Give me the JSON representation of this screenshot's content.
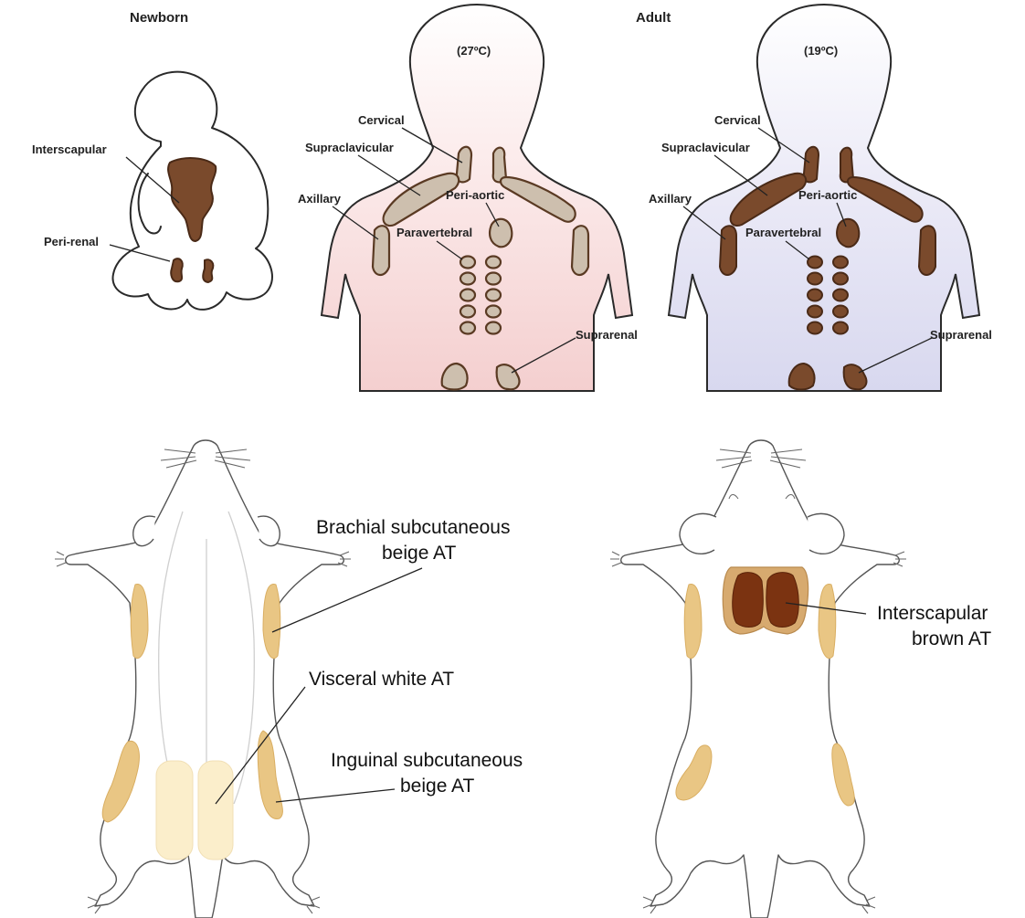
{
  "top_panel": {
    "newborn": {
      "heading": "Newborn",
      "labels": {
        "interscapular": "Interscapular",
        "peri_renal": "Peri-renal"
      }
    },
    "adult": {
      "heading": "Adult",
      "warm": {
        "temperature": "(27ºC)",
        "background_color": "#f4cfcf"
      },
      "cold": {
        "temperature": "(19ºC)",
        "background_color": "#d8d8ef"
      },
      "labels": {
        "cervical": "Cervical",
        "supraclavicular": "Supraclavicular",
        "axillary": "Axillary",
        "peri_aortic": "Peri-aortic",
        "paravertebral": "Paravertebral",
        "suprarenal": "Suprarenal"
      }
    },
    "colors": {
      "active_brown_fat": "#7a4a2c",
      "inactive_fat": "#cdbfae"
    }
  },
  "bottom_panel": {
    "left_mouse": {
      "labels": {
        "brachial_line1": "Brachial subcutaneous",
        "brachial_line2": "beige AT",
        "visceral": "Visceral white AT",
        "inguinal_line1": "Inguinal subcutaneous",
        "inguinal_line2": "beige AT"
      }
    },
    "right_mouse": {
      "labels": {
        "interscapular_line1": "Interscapular",
        "interscapular_line2": "brown AT"
      }
    },
    "colors": {
      "beige_at": "#e9c684",
      "white_at": "#fbeecb",
      "brown_at": "#7b3311"
    }
  }
}
